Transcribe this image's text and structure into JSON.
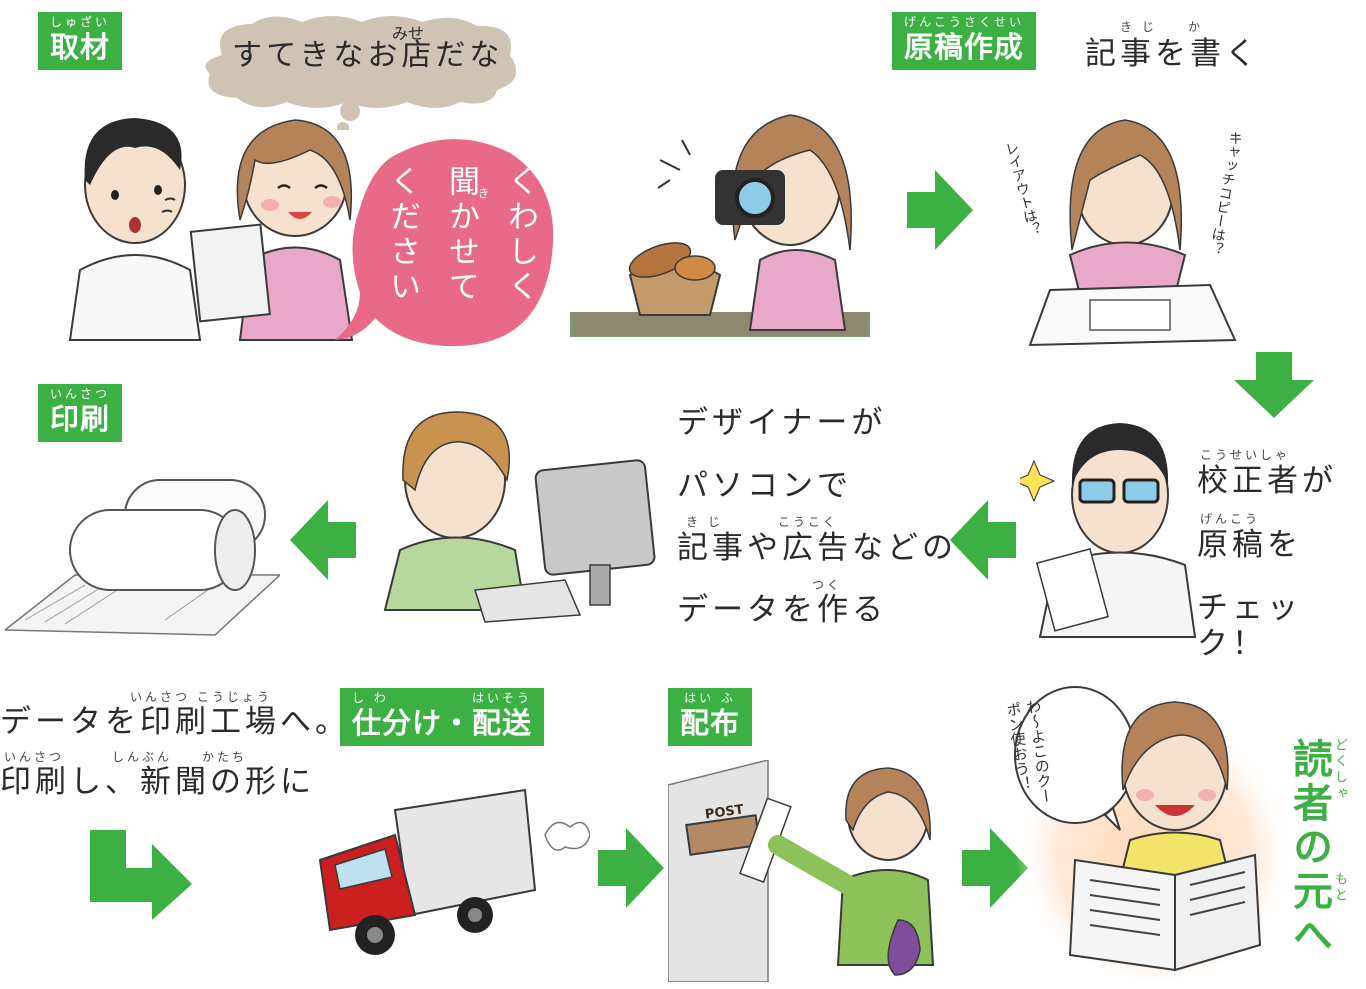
{
  "steps": {
    "interview": {
      "label": "取材",
      "ruby": "しゅざい",
      "thought": "すてきなお店だな",
      "thought_ruby": "みせ",
      "speech": [
        "くわしく",
        "聞かせて",
        "ください"
      ],
      "speech_ruby": "き"
    },
    "draft": {
      "label": "原稿作成",
      "ruby": "げんこうさくせい",
      "text": "記事を書く",
      "text_ruby_1": "き じ",
      "text_ruby_2": "か",
      "scribble_1": "キャッチコピーは？",
      "scribble_2": "レイアウトは？"
    },
    "proofread": {
      "ruby_1": "こうせいしゃ",
      "line_1": "校正者が",
      "ruby_2": "げんこう",
      "line_2": "原稿を",
      "line_3": "チェック！"
    },
    "design": {
      "line_1": "デザイナーが",
      "line_2": "パソコンで",
      "ruby_3a": "き じ",
      "ruby_3b": "こうこく",
      "line_3": "記事や広告などの",
      "ruby_4": "つく",
      "line_4": "データを作る"
    },
    "print": {
      "label": "印刷",
      "ruby": "いんさつ",
      "ruby_1": "いんさつ こうじょう",
      "line_1": "データを印刷工場へ。",
      "ruby_2a": "いんさつ",
      "ruby_2b": "しんぶん",
      "ruby_2c": "かたち",
      "line_2": "印刷し、新聞の形に"
    },
    "delivery": {
      "label": "仕分け・配送",
      "ruby_a": "し わ",
      "ruby_b": "はいそう"
    },
    "distribute": {
      "label": "配布",
      "ruby": "はい ふ",
      "mailbox": "POST"
    },
    "reader": {
      "text": "読者の元へ",
      "ruby_1": "どくしゃ",
      "ruby_2": "もと",
      "bubble": "わ〜よこのクーポン使おう！"
    }
  },
  "colors": {
    "label_green": "#3cb043",
    "arrow_green": "#3cb043",
    "speech_pink": "#e96a86",
    "thought_tan": "#cfc4b4",
    "reader_green": "#3cb043"
  }
}
